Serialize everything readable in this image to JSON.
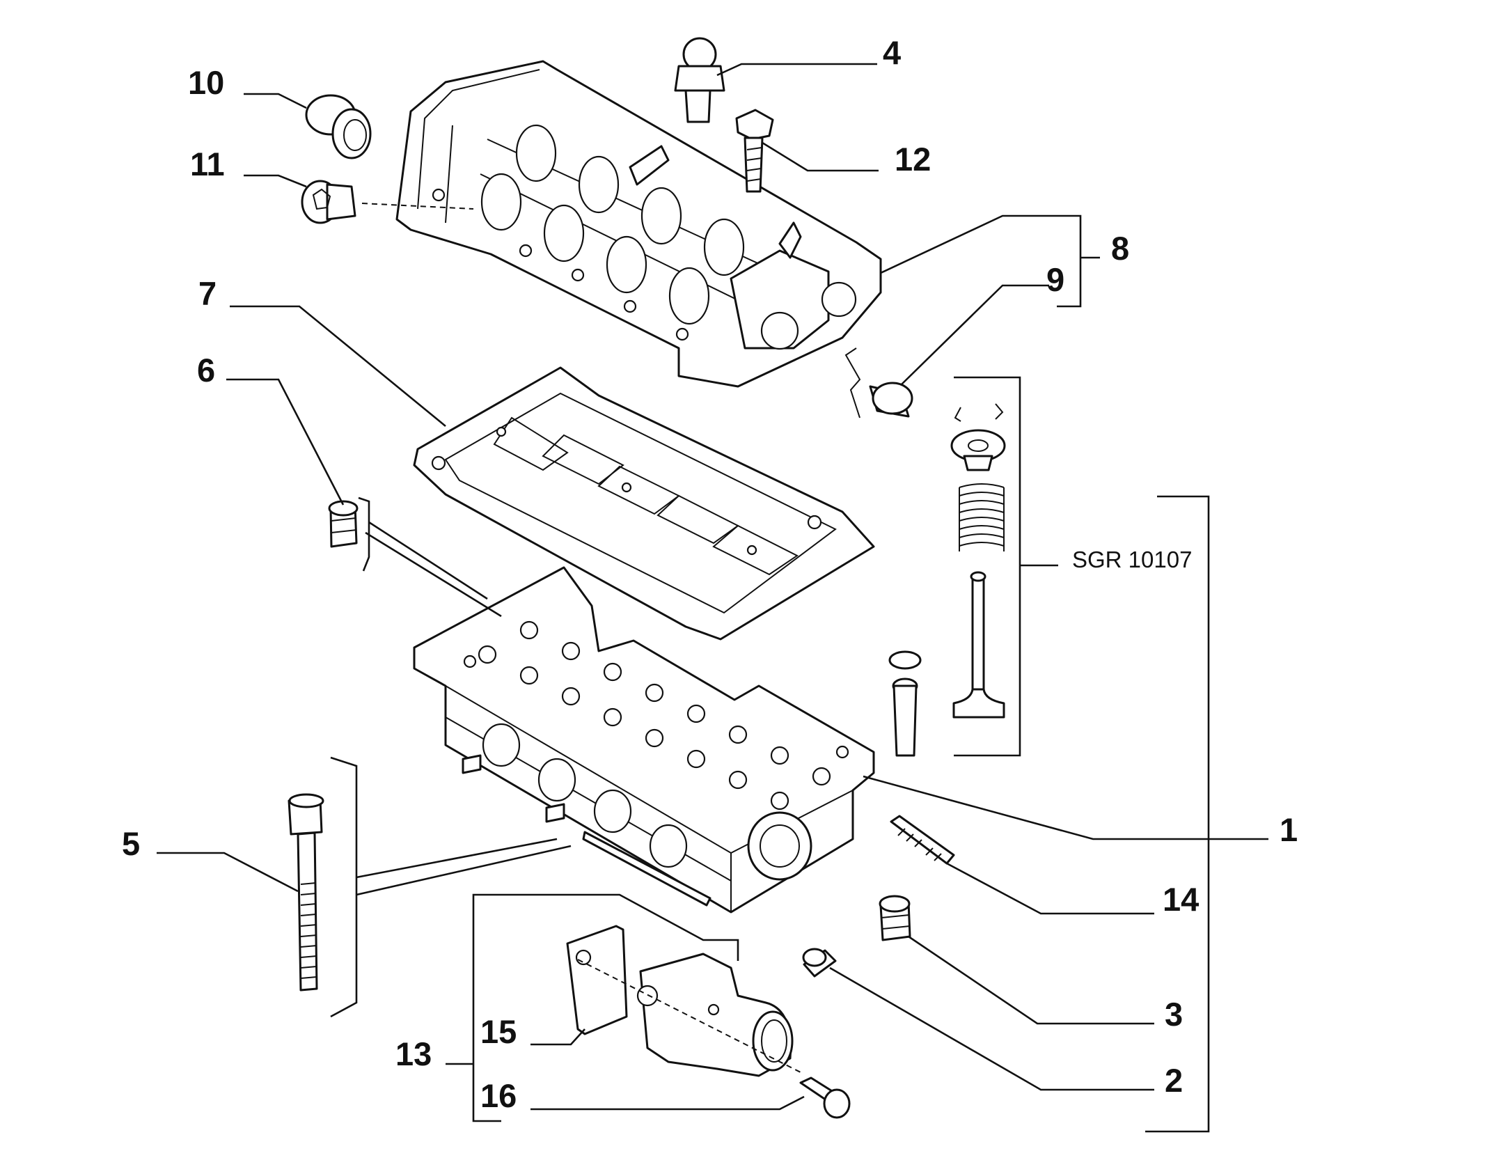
{
  "callouts": {
    "c1": "1",
    "c2": "2",
    "c3": "3",
    "c4": "4",
    "c5": "5",
    "c6": "6",
    "c7": "7",
    "c8": "8",
    "c9": "9",
    "c10": "10",
    "c11": "11",
    "c12": "12",
    "c13": "13",
    "c14": "14",
    "c15": "15",
    "c16": "16"
  },
  "reference_code": "SGR 10107"
}
